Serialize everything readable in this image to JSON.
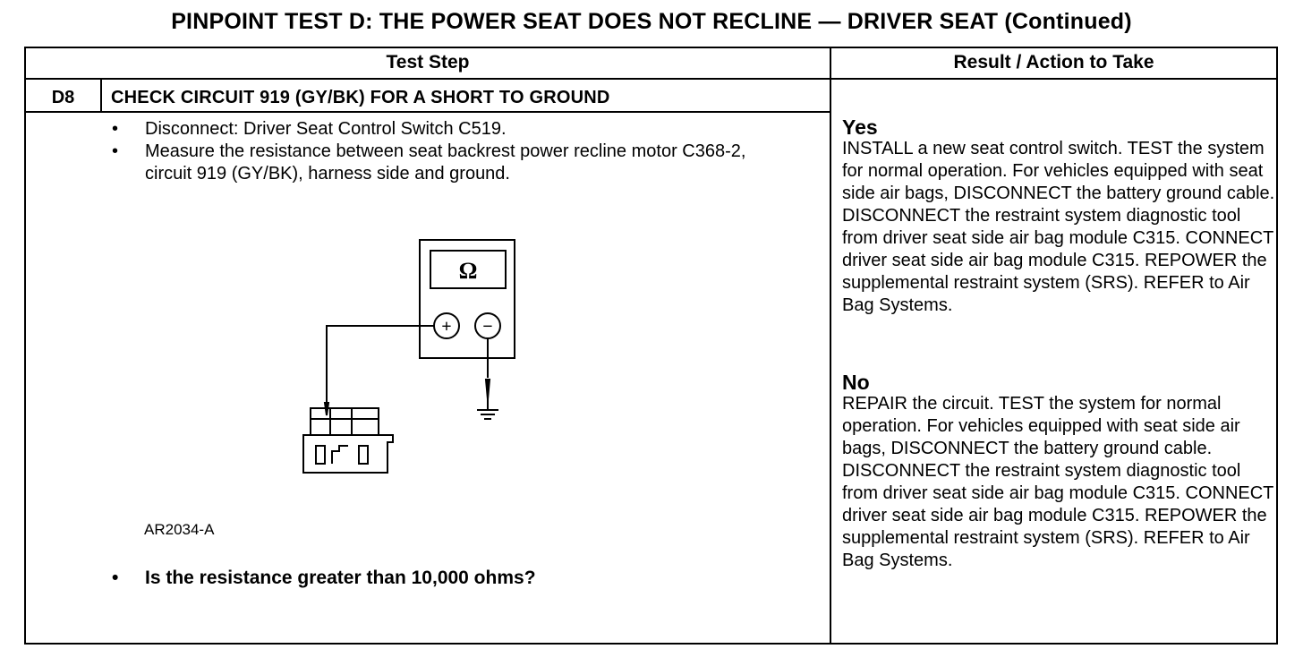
{
  "title": "PINPOINT TEST  D: THE POWER SEAT DOES NOT RECLINE — DRIVER SEAT (Continued)",
  "table": {
    "col_test_step": "Test Step",
    "col_result": "Result / Action to Take"
  },
  "step": {
    "id": "D8",
    "title": "CHECK CIRCUIT 919 (GY/BK) FOR A SHORT TO GROUND",
    "bullets": [
      "Disconnect: Driver Seat Control Switch C519.",
      "Measure the resistance between seat backrest power recline motor C368-2, circuit 919 (GY/BK), harness side and ground."
    ],
    "figure_id": "AR2034-A",
    "question": "Is the resistance greater than 10,000 ohms?",
    "meter_symbol": "Ω",
    "plus_symbol": "+",
    "minus_symbol": "−"
  },
  "results": {
    "yes_label": "Yes",
    "yes_text": "INSTALL a new seat control switch. TEST the system for normal operation. For vehicles equipped with seat side air bags, DISCONNECT the battery ground cable. DISCONNECT the  restraint system diagnostic tool from driver seat side air bag module C315. CONNECT driver seat side air bag module C315. REPOWER the supplemental restraint system (SRS). REFER to  Air Bag Systems.",
    "no_label": "No",
    "no_text": "REPAIR the circuit. TEST the system for normal operation. For vehicles equipped with seat side air bags, DISCONNECT the battery ground cable. DISCONNECT the restraint system diagnostic tool from driver seat side air bag module C315. CONNECT  driver seat side air bag module C315. REPOWER the supplemental restraint system (SRS). REFER to Air Bag Systems."
  }
}
